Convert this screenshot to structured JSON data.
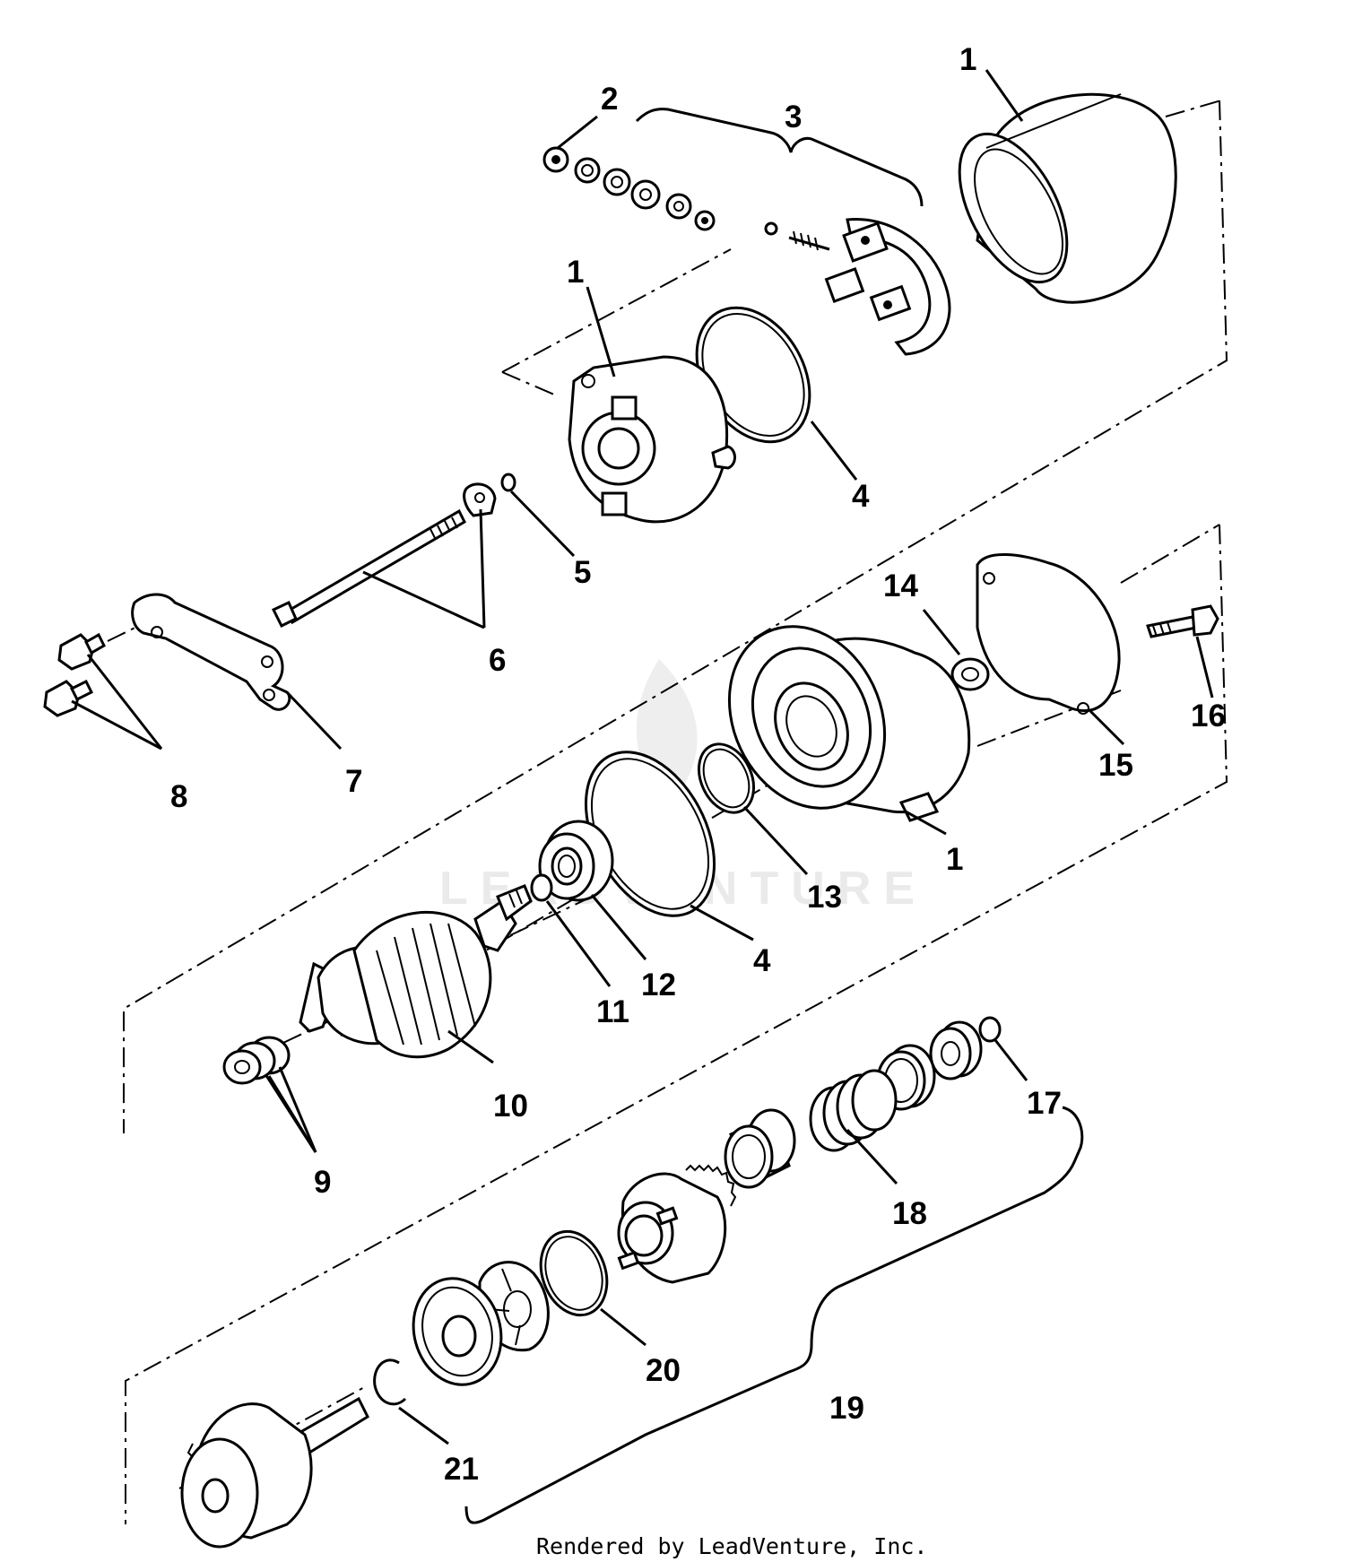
{
  "diagram": {
    "callouts": [
      "1",
      "2",
      "3",
      "1",
      "4",
      "5",
      "6",
      "7",
      "8",
      "14",
      "16",
      "15",
      "1",
      "13",
      "4",
      "12",
      "11",
      "10",
      "9",
      "17",
      "18",
      "20",
      "19",
      "21"
    ],
    "footer": "Rendered by LeadVenture, Inc.",
    "watermark": "LEADVENTURE"
  }
}
